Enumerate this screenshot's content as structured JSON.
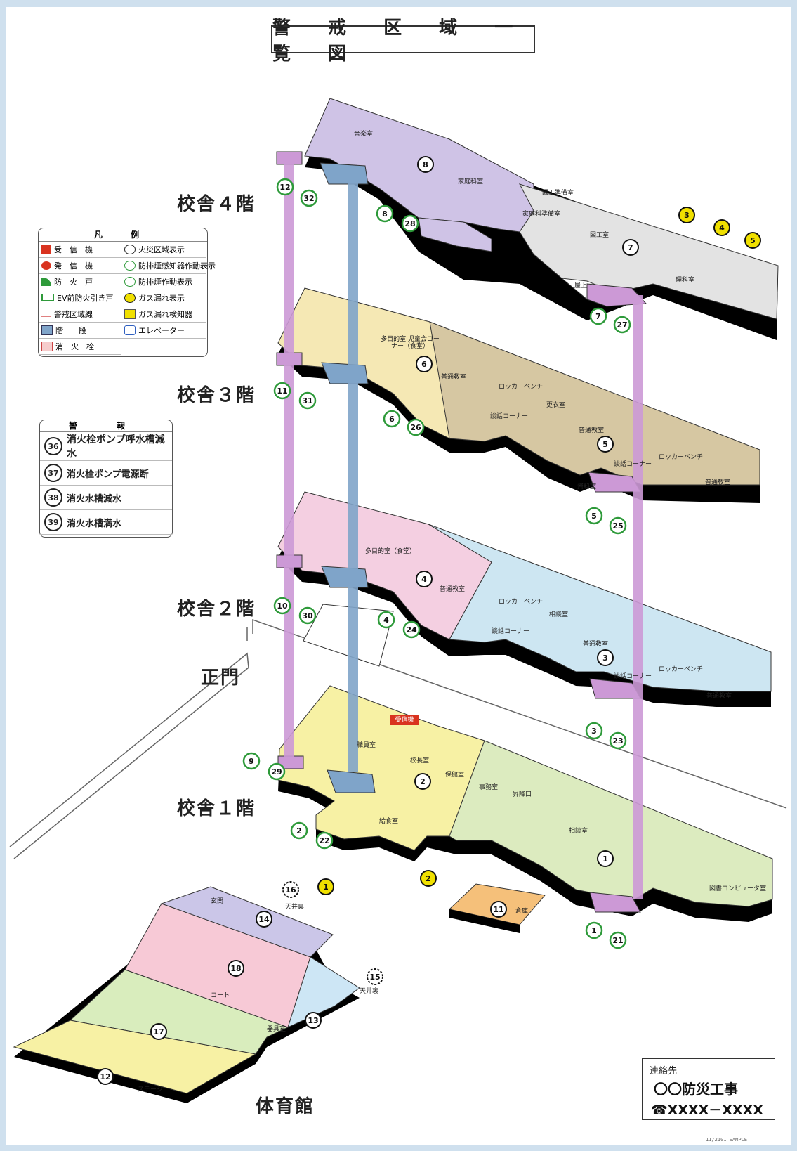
{
  "title": "警 戒 区 域 一 覧 図",
  "floors": {
    "f4": "校舎４階",
    "f3": "校舎３階",
    "f2": "校舎２階",
    "f1": "校舎１階",
    "gate": "正門",
    "gym": "体育館"
  },
  "legend": {
    "title": "凡 例",
    "items": [
      {
        "label": "受　信　機",
        "icon": "receiver-icon"
      },
      {
        "label": "火災区域表示",
        "icon": "fire-zone-icon"
      },
      {
        "label": "発　信　機",
        "icon": "transmitter-icon"
      },
      {
        "label": "防排煙感知器作動表示",
        "icon": "smoke-detector-icon"
      },
      {
        "label": "防　火　戸",
        "icon": "fire-door-icon"
      },
      {
        "label": "防排煙作動表示",
        "icon": "smoke-control-icon"
      },
      {
        "label": "EV前防火引き戸",
        "icon": "ev-door-icon"
      },
      {
        "label": "ガス漏れ表示",
        "icon": "gas-leak-display-icon"
      },
      {
        "label": "警戒区域線",
        "icon": "zone-line-icon"
      },
      {
        "label": "ガス漏れ検知器",
        "icon": "gas-detector-icon"
      },
      {
        "label": "階　　段",
        "icon": "stairs-icon"
      },
      {
        "label": "エレベーター",
        "icon": "elevator-icon"
      },
      {
        "label": "消　火　栓",
        "icon": "hydrant-icon"
      }
    ]
  },
  "alarms": {
    "title": "警 報",
    "items": [
      {
        "num": "36",
        "label": "消火栓ポンプ呼水槽減水"
      },
      {
        "num": "37",
        "label": "消火栓ポンプ電源断"
      },
      {
        "num": "38",
        "label": "消火水槽減水"
      },
      {
        "num": "39",
        "label": "消火水槽満水"
      }
    ]
  },
  "rooms": {
    "f4": [
      "音楽室",
      "家庭科室",
      "図工準備室",
      "家庭科準備室",
      "図工室",
      "理科室",
      "屋上"
    ],
    "f3": [
      "多目的室 児童会コーナー（食堂）",
      "普通教室",
      "ロッカーベンチ",
      "更衣室",
      "談話コーナー",
      "普通教室",
      "談話コーナー",
      "資料室",
      "ロッカーベンチ",
      "普通教室"
    ],
    "f2": [
      "多目的室（食堂）",
      "普通教室",
      "ロッカーベンチ",
      "相談室",
      "談話コーナー",
      "普通教室",
      "談話コーナー",
      "ロッカーベンチ",
      "普通教室"
    ],
    "f1": [
      "職員室",
      "校長室",
      "保健室",
      "事務室",
      "給食室",
      "昇降口",
      "相談室",
      "図書コンピュータ室",
      "倉庫"
    ],
    "gym": [
      "玄関",
      "天井裏",
      "天井裏",
      "コート",
      "器具室",
      "ステージ"
    ]
  },
  "receiver_label": "受信機",
  "contact": {
    "label": "連絡先",
    "company": "〇〇防災工事",
    "phone": "☎XXXX－XXXX"
  },
  "footer": "11/2101  SAMPLE",
  "colors": {
    "f4_purple": "#cfc3e6",
    "f4_gray": "#e3e3e3",
    "f3_yellow": "#f5e8b4",
    "f3_tan": "#d6c7a2",
    "f2_pink": "#f4cfe1",
    "f2_blue": "#cde6f2",
    "f1_yellow": "#f7f1a4",
    "f1_green": "#dcebbf",
    "gym_lavender": "#cbc6e8",
    "gym_pink": "#f7c9d6",
    "gym_green": "#d9edbd",
    "gym_blue": "#cde6f5",
    "storage_orange": "#f5c07a",
    "ev_shaft_blue": "#7fa4c9",
    "stair_shaft_purple": "#cc99d6",
    "zone_green": "#2e9a3a",
    "zone_yellow": "#f0e000"
  }
}
